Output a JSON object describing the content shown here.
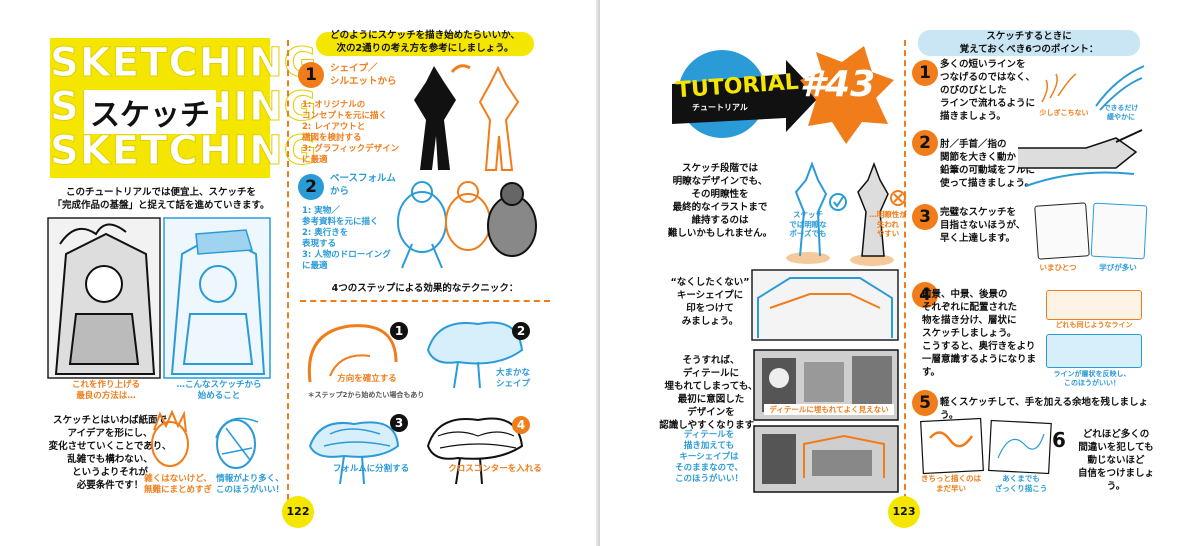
{
  "left_page": {
    "title_en": "SKETCHING",
    "title_jp": "スケッチ",
    "intro": "このチュートリアルでは便宜上、スケッチを\n「完成作品の基盤」と捉えて話を進めていきます。",
    "cap_left": "これを作り上げる\n最良の方法は…",
    "cap_right": "…こんなスケッチから\n始めること",
    "body_text": "スケッチとはいわば紙面で\nアイデアを形にし、\n変化させていくことであり、\n乱雑でも構わない、\nというよりそれが\n必要条件です！",
    "note_messy": "雑くはないけど、\n無難にまとめすぎ",
    "note_good": "情報がより多く、\nこのほうがいい！",
    "intro_right": "どのようにスケッチを描き始めたらいいか、\n次の2通りの考え方を参考にしましょう。",
    "approach1_title": "シェイプ／\nシルエットから",
    "approach1_list": "1: オリジナルの\nコンセプトを元に描く\n2: レイアウトと\n構図を検討する\n3: グラフィックデザイン\nに最適",
    "approach2_title": "ベースフォルム\nから",
    "approach2_list": "1: 実物／\n参考資料を元に描く\n2: 奥行きを\n表現する\n3: 人物のドローイング\nに最適",
    "steps_title": "4つのステップによる効果的なテクニック：",
    "step1": "方向を確立する",
    "step1_note": "＊ステップ2から始めたい場合もあり",
    "step2": "大まかな\nシェイプ",
    "step3": "フォルムに分割する",
    "step4": "クロスコンターを入れる",
    "page_number": "122"
  },
  "right_page": {
    "tutorial": "TUTORIAL",
    "tutorial_jp": "チュートリアル",
    "tutorial_number": "#43",
    "lead": "スケッチ段階では\n明瞭なデザインでも、\nその明瞭性を\n最終的なイラストまで\n維持するのは\n難しいかもしれません。",
    "lead_note1": "スケッチ\nでは明瞭な\nポーズでも",
    "lead_note2": "…明瞭性が\n失われ\nやすい",
    "shape_text": "“なくしたくない”\nキーシェイプに\n印をつけて\nみましょう。",
    "detail_text": "そうすれば、\nディテールに\n埋もれてしまっても、\n最初に意図した\nデザインを\n認識しやすくなります。",
    "detail_note": "ディテールに埋もれてよく見えない",
    "keep_note": "ディテールを\n描き加えても\nキーシェイプは\nそのままなので、\nこのほうがいい！",
    "points_title": "スケッチするときに\n覚えておくべき6つのポイント：",
    "point1": "多くの短いラインを\nつなげるのではなく、\nのびのびとした\nラインで流れるように\n描きましょう。",
    "point1_a": "少しぎこちない",
    "point1_b": "できるだけ\n緩やかに",
    "point2": "肘／手首／指の\n関節を大きく動かし、\n鉛筆の可動域をフルに\n使って描きましょう。",
    "point3": "完璧なスケッチを\n目指さないほうが、\n早く上達します。",
    "point3_a": "いまひとつ",
    "point3_b": "学びが多い",
    "point4": "前景、中景、後景の\nそれぞれに配置された\n物を描き分け、層状に\nスケッチしましょう。\nこうすると、奥行きをより\n一層意識するようになります。",
    "point4_a": "どれも同じようなライン",
    "point4_b": "ラインが層状を反映し、\nこのほうがいい！",
    "point5": "軽くスケッチして、手を加える余地を残しましょう。",
    "point5_a": "きちっと描くのは\nまだ早い",
    "point5_b": "あくまでも\nざっくり描こう",
    "point6": "どれほど多くの\n間違いを犯しても\n動じないほど\n自信をつけましょう。",
    "page_number": "123"
  },
  "colors": {
    "accent_orange": "#f07d1a",
    "accent_blue": "#2b9bd8",
    "highlight_yellow": "#f5e600"
  }
}
